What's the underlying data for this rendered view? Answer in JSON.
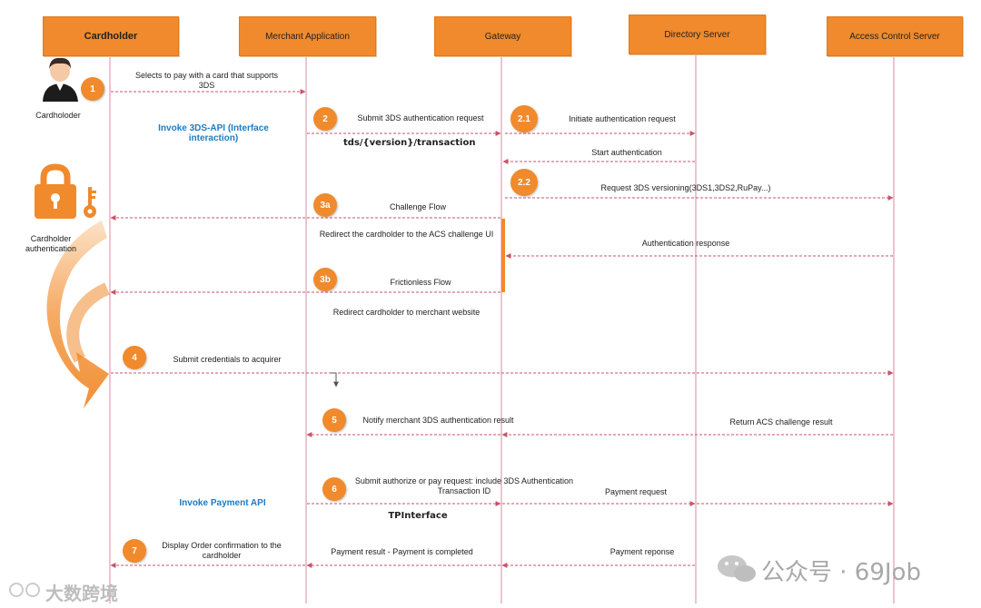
{
  "actors": {
    "cardholder": "Cardholder",
    "merchant": "Merchant Application",
    "gateway": "Gateway",
    "directory": "Directory Server",
    "acs": "Access Control Server"
  },
  "badges": [
    "1",
    "2",
    "2.1",
    "2.2",
    "3a",
    "3b",
    "4",
    "5",
    "6",
    "7"
  ],
  "icons": [
    "person-icon",
    "lock-icon",
    "key-icon",
    "curved-arrow-icon",
    "wechat-icon"
  ],
  "accent_color": "#f08a2c",
  "line_color": "#c9536a",
  "labels": {
    "person": "Cardholoder",
    "auth": "Cardholder authentication",
    "invoke3ds": "Invoke 3DS-API (Interface interaction)",
    "invokePay": "Invoke Payment API",
    "tds_path": "tds/{version}/transaction",
    "tpi": "TPInterface"
  },
  "messages": {
    "m1": "Selects to pay with a card that supports 3DS",
    "m2": "Submit 3DS authentication request",
    "m21": "Initiate authentication request",
    "m_start": "Start authentication",
    "m22": "Request 3DS versioning(3DS1,3DS2,RuPay...)",
    "m3a": "Challenge Flow",
    "m_redirect_acs": "Redirect the cardholder to the ACS challenge UI",
    "m_auth_resp": "Authentication response",
    "m3b": "Frictionless Flow",
    "m_redirect_merchant": "Redirect cardholder to merchant website",
    "m4": "Submit credentials to acquirer",
    "m5": "Notify merchant 3DS authentication result",
    "m_return_acs": "Return ACS challenge result",
    "m6": "Submit authorize or pay request: include 3DS Authentication Transaction ID",
    "m_pay_req": "Payment request",
    "m7": "Display Order confirmation to the cardholder",
    "m_pay_result": "Payment result - Payment is completed",
    "m_pay_resp": "Payment reponse"
  },
  "watermark": {
    "left": "大数跨境",
    "right": "公众号 · 69Job"
  }
}
